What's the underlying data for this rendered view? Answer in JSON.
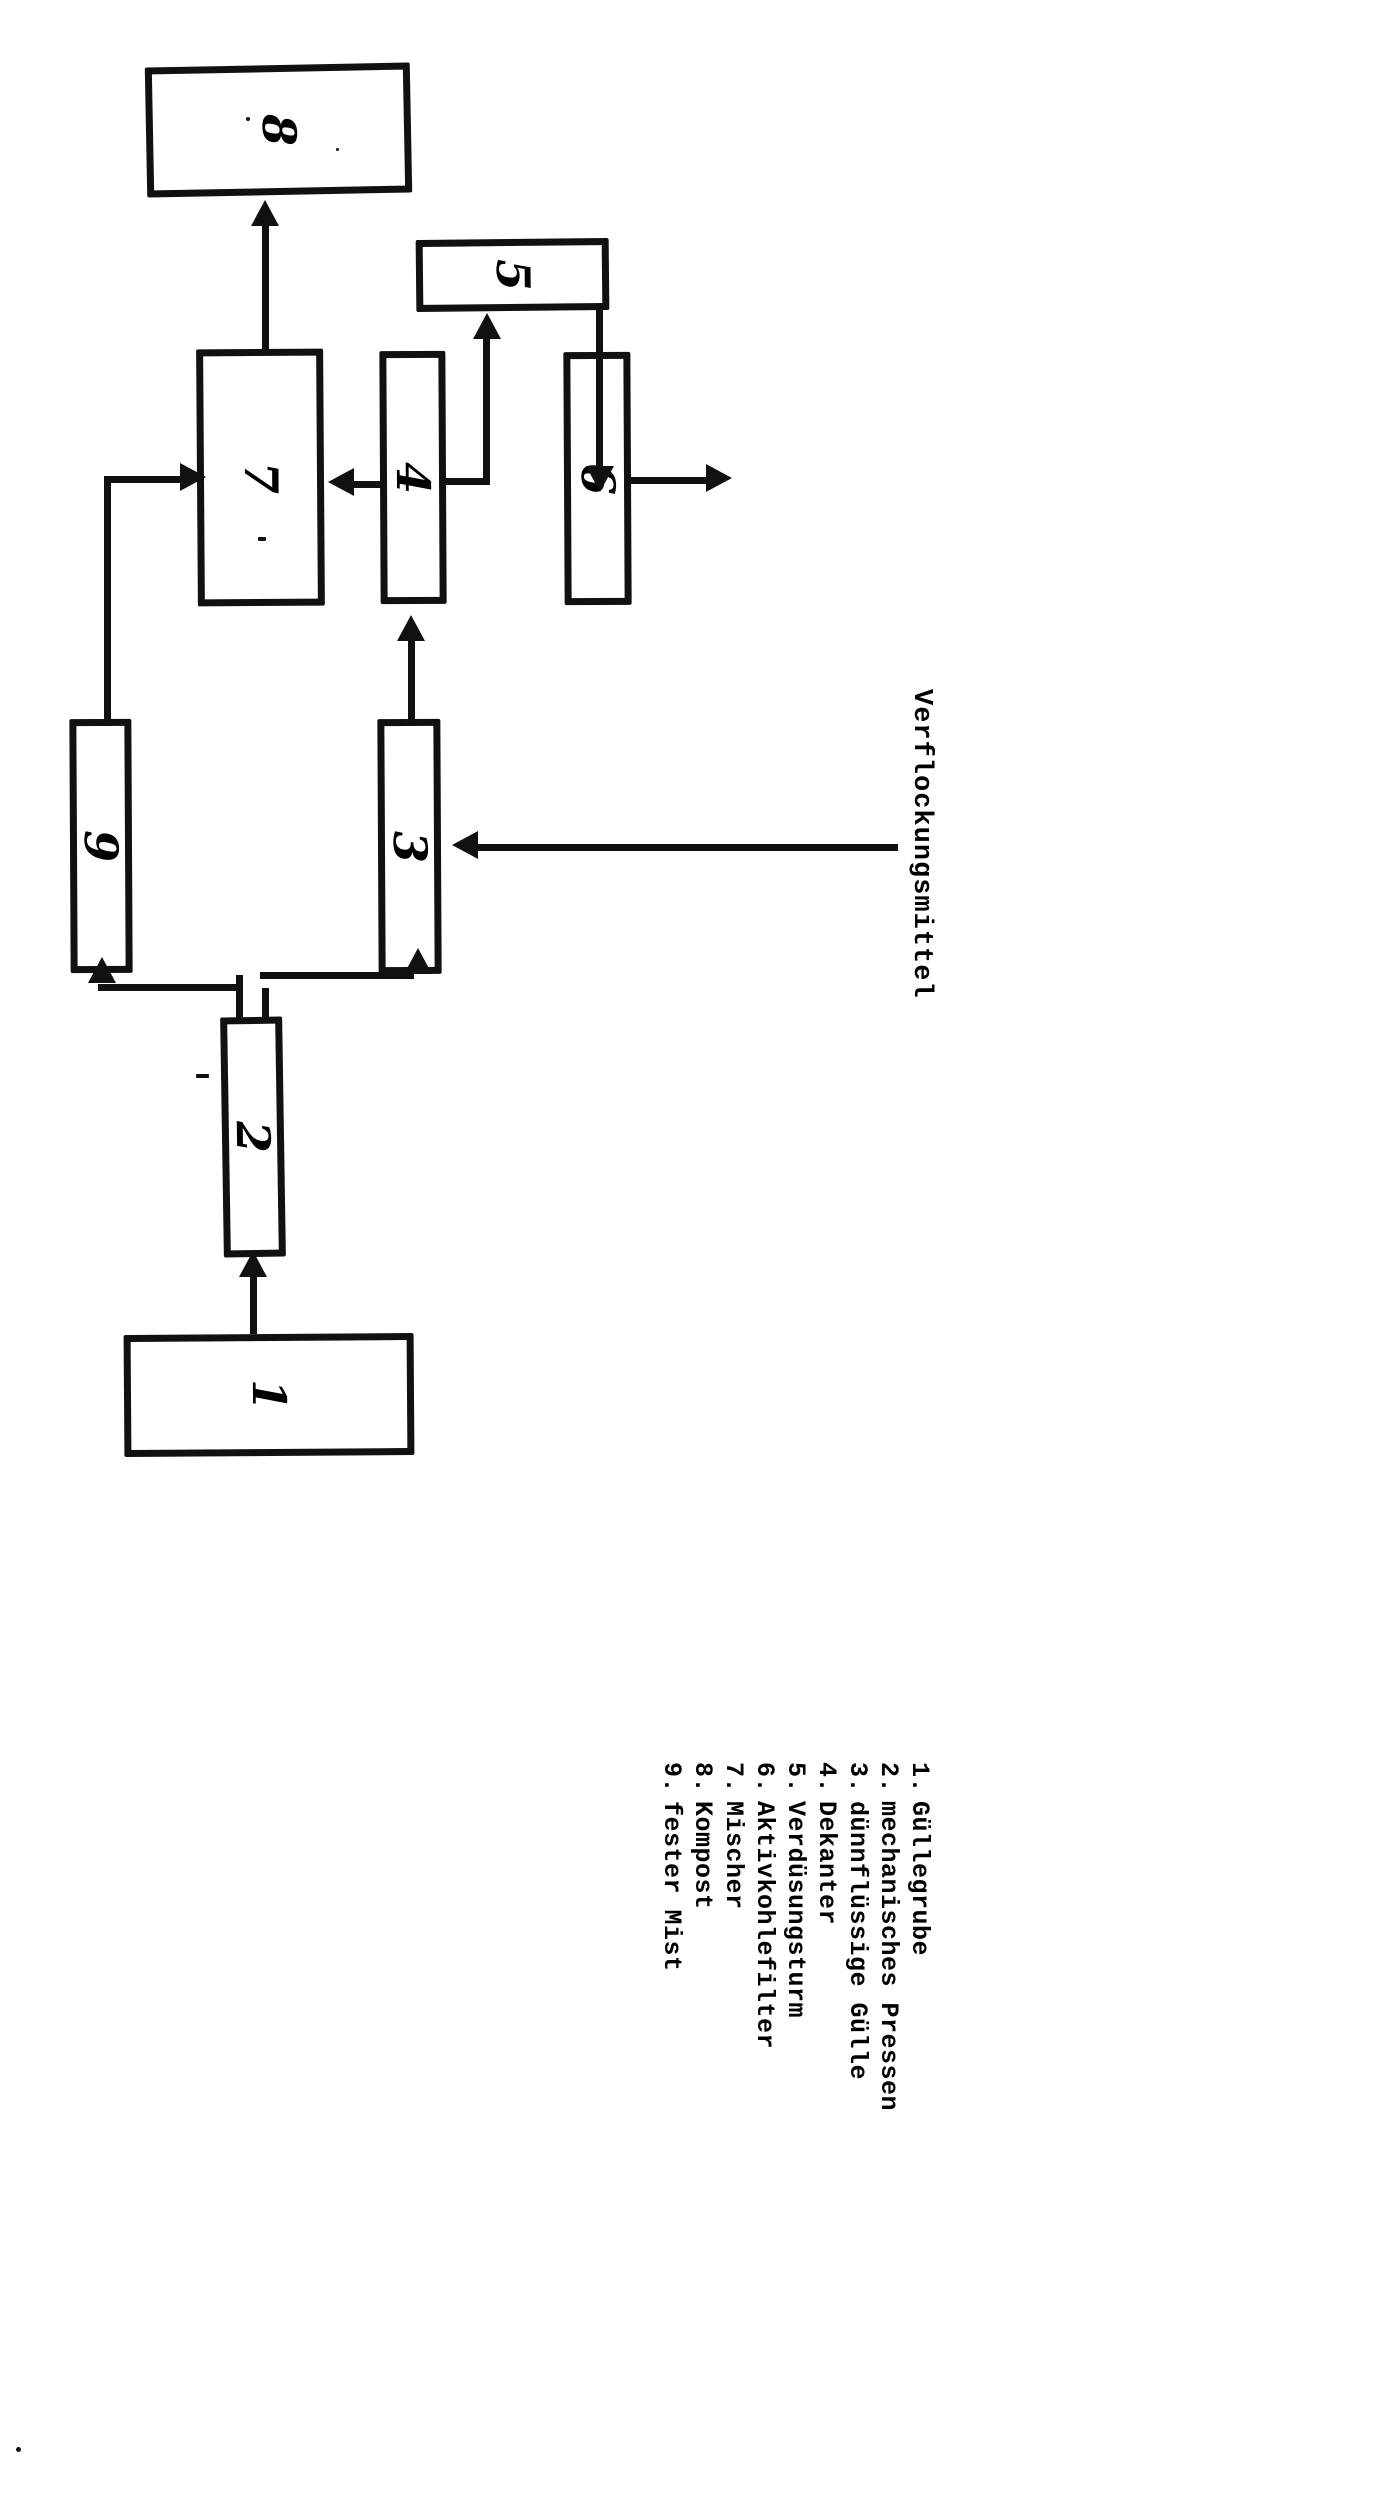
{
  "document": {
    "kind": "hand-drawn process flow diagram (scanned, rotated 90 degrees)",
    "language": "de"
  },
  "diagram": {
    "inline_label": "Verflockungsmittel",
    "nodes": [
      {
        "id": "n1",
        "number": "1",
        "name": "Güllegrube"
      },
      {
        "id": "n2",
        "number": "2",
        "name": "mechanisches Pressen"
      },
      {
        "id": "n3",
        "number": "3",
        "name": "dünnflüssige Gülle"
      },
      {
        "id": "n4",
        "number": "4",
        "name": "Dekanter"
      },
      {
        "id": "n5",
        "number": "5",
        "name": "Verdüsungsturm"
      },
      {
        "id": "n6",
        "number": "6",
        "name": "Aktivkohlefilter"
      },
      {
        "id": "n7",
        "number": "7",
        "name": "Mischer"
      },
      {
        "id": "n8",
        "number": "8",
        "name": "Kompost"
      },
      {
        "id": "n9",
        "number": "9",
        "name": "fester Mist"
      }
    ],
    "flows": [
      {
        "from": "1",
        "to": "2"
      },
      {
        "from": "2",
        "to": "9"
      },
      {
        "from": "2",
        "to": "3"
      },
      {
        "from": "9",
        "to": "7"
      },
      {
        "from": "3",
        "to": "4"
      },
      {
        "from": "4",
        "to": "7"
      },
      {
        "from": "4",
        "to": "5"
      },
      {
        "from": "5",
        "to": "6"
      },
      {
        "from": "6",
        "to": "outlet"
      },
      {
        "from": "7",
        "to": "8"
      },
      {
        "from": "Verflockungsmittel",
        "to": "3"
      }
    ]
  },
  "legend": {
    "items": [
      {
        "index": "1.",
        "label": "Güllegrube"
      },
      {
        "index": "2.",
        "label": "mechanisches Pressen"
      },
      {
        "index": "3.",
        "label": "dünnflüssige Gülle"
      },
      {
        "index": "4.",
        "label": "Dekanter"
      },
      {
        "index": "5.",
        "label": "Verdüsungsturm"
      },
      {
        "index": "6.",
        "label": "Aktivkohlefilter"
      },
      {
        "index": "7.",
        "label": "Mischer"
      },
      {
        "index": "8.",
        "label": "Kompost"
      },
      {
        "index": "9.",
        "label": "fester Mist"
      }
    ]
  },
  "colors": {
    "ink": "#111111",
    "paper": "#ffffff"
  }
}
